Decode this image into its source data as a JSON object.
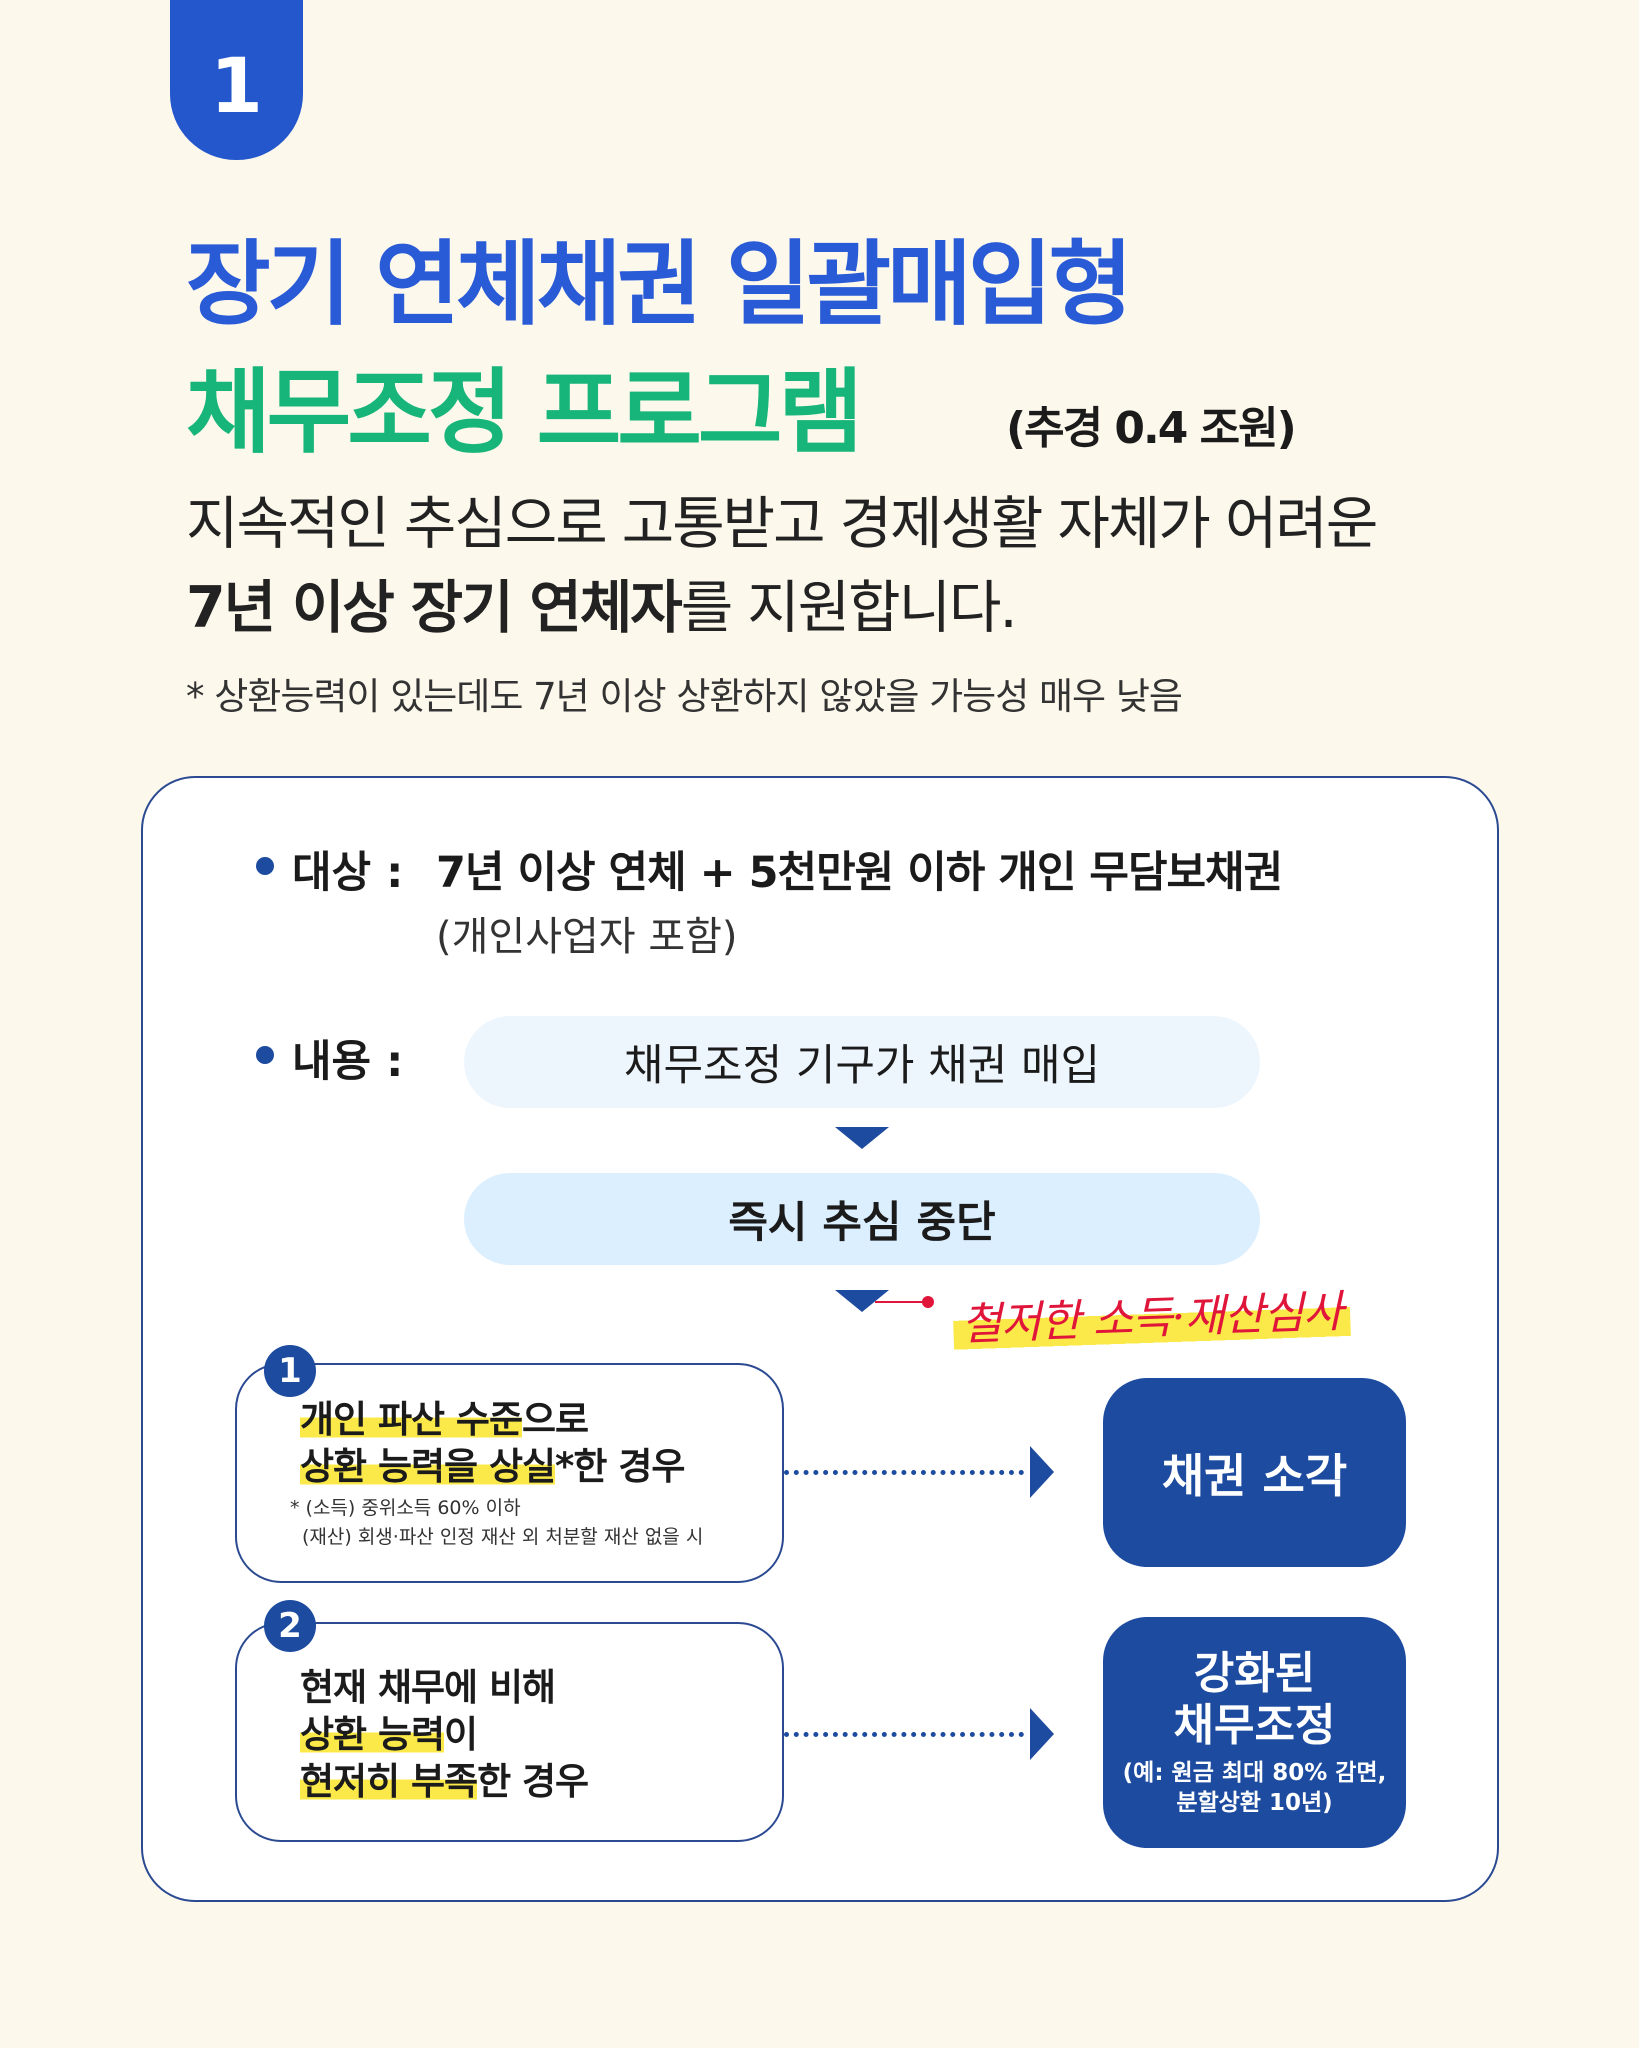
{
  "badge": "1",
  "title": {
    "line1": "장기 연체채권 일괄매입형",
    "line2": "채무조정 프로그램",
    "budget": "(추경 0.4 조원)"
  },
  "intro": {
    "line1": "지속적인 추심으로 고통받고 경제생활 자체가 어려운",
    "line2_bold": "7년 이상 장기 연체자",
    "line2_rest": "를 지원합니다."
  },
  "note": "* 상환능력이 있는데도 7년 이상 상환하지 않았을 가능성 매우 낮음",
  "target": {
    "label": "대상",
    "colon": ":",
    "value": "7년 이상 연체 + 5천만원 이하 개인 무담보채권",
    "sub": "(개인사업자 포함)"
  },
  "content": {
    "label": "내용",
    "colon": ":",
    "step1": "채무조정 기구가 채권 매입",
    "step2": "즉시 추심 중단",
    "review": "철저한 소득·재산심사"
  },
  "case1": {
    "num": "1",
    "hl1": "개인 파산 수준",
    "t1": "으로",
    "hl2": "상환 능력을 상실",
    "t2": "*한 경우",
    "fn1": "* (소득) 중위소득 60% 이하",
    "fn2": "(재산) 회생·파산 인정 재산 외 처분할 재산 없을 시",
    "result": "채권 소각"
  },
  "case2": {
    "num": "2",
    "t1": "현재 채무에 비해",
    "hl2": "상환 능력",
    "t2": "이",
    "hl3": "현저히 부족",
    "t3": "한 경우",
    "result1": "강화된",
    "result2": "채무조정",
    "detail1": "(예: 원금 최대 80% 감면,",
    "detail2": "분할상환 10년)"
  },
  "colors": {
    "blue": "#2a5bd7",
    "green": "#17b57a",
    "navy": "#1d4b9f",
    "red": "#e0153a",
    "highlight": "#fbe94a"
  }
}
